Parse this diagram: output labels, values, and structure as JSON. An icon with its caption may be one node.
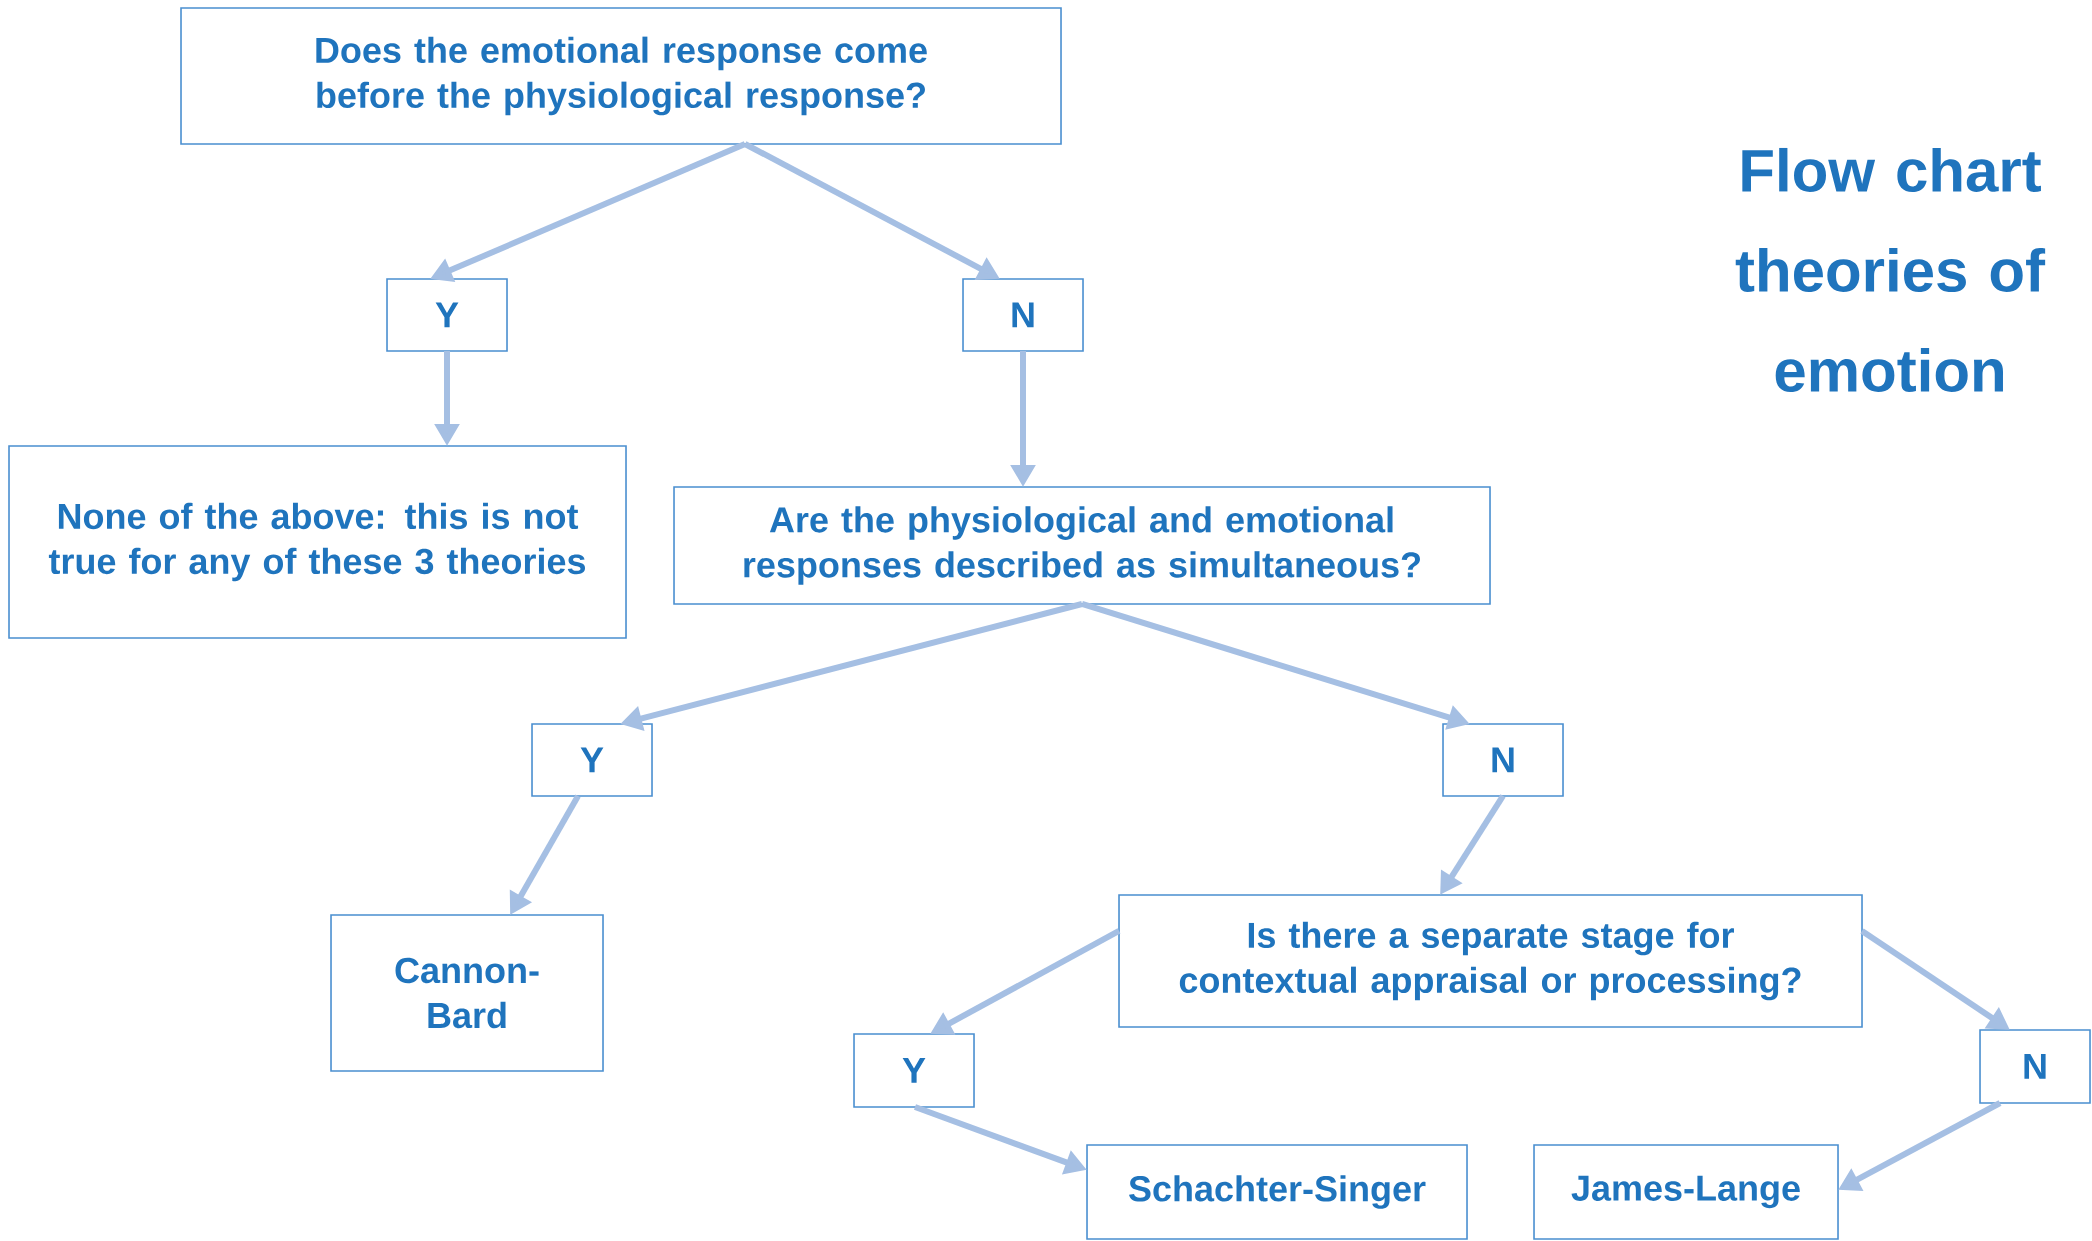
{
  "diagram": {
    "title": "Flow chart theories of emotion",
    "nodes": [
      {
        "text": [
          "Does the emotional response come before the physiological response?"
        ]
      },
      {
        "text": [
          "Y"
        ]
      },
      {
        "text": [
          "N"
        ]
      },
      {
        "text": [
          "None of the above: this is not true for any of these 3 theories"
        ]
      },
      {
        "text": [
          "Are the physiological and emotional responses described as simultaneous?"
        ]
      },
      {
        "text": [
          "Y"
        ]
      },
      {
        "text": [
          "N"
        ]
      },
      {
        "text": [
          "Cannon-Bard"
        ]
      },
      {
        "text": [
          "Is there a separate stage for contextual appraisal or processing?"
        ]
      },
      {
        "text": [
          "Y"
        ]
      },
      {
        "text": [
          "N"
        ]
      },
      {
        "text": [
          "Schachter-Singer"
        ]
      },
      {
        "text": [
          "James-Lange"
        ]
      }
    ],
    "edges": [
      {
        "from": 0,
        "to": 1,
        "arrow": "to"
      },
      {
        "from": 0,
        "to": 2,
        "arrow": "to"
      },
      {
        "from": 1,
        "to": 3,
        "arrow": "to"
      },
      {
        "from": 2,
        "to": 4,
        "arrow": "to"
      },
      {
        "from": 4,
        "to": 5,
        "arrow": "to"
      },
      {
        "from": 4,
        "to": 6,
        "arrow": "to"
      },
      {
        "from": 5,
        "to": 7,
        "arrow": "to"
      },
      {
        "from": 6,
        "to": 8,
        "arrow": "to"
      },
      {
        "from": 8,
        "to": 9,
        "arrow": "to"
      },
      {
        "from": 8,
        "to": 10,
        "arrow": "to"
      },
      {
        "from": 9,
        "to": 11,
        "arrow": "to"
      },
      {
        "from": 10,
        "to": 12,
        "arrow": "to"
      }
    ]
  }
}
